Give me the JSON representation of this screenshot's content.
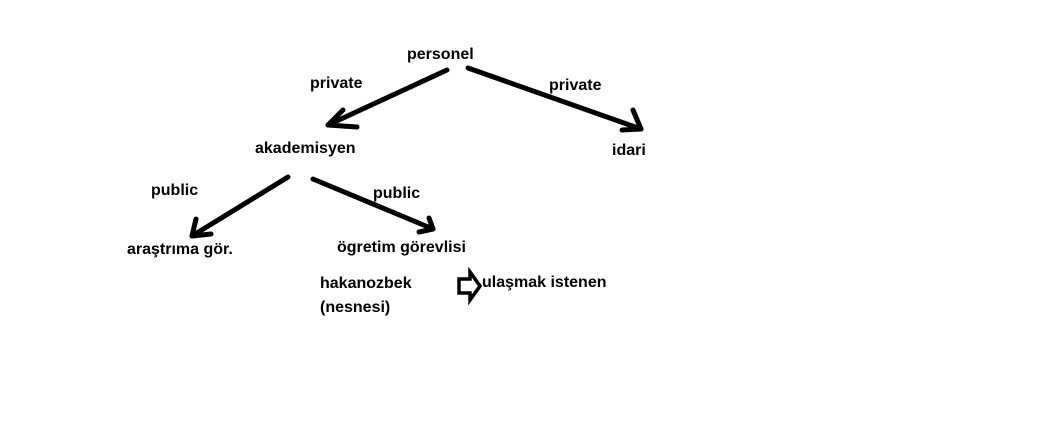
{
  "diagram": {
    "nodes": {
      "personel": "personel",
      "akademisyen": "akademisyen",
      "idari": "idari",
      "arastirma": "araştrıma gör.",
      "ogretim": "ögretim görevlisi"
    },
    "edge_labels": {
      "personel_akademisyen": "private",
      "personel_idari": "private",
      "akademisyen_arastirma": "public",
      "akademisyen_ogretim": "public"
    },
    "object": {
      "name": "hakanozbek",
      "type_note": "(nesnesi)"
    },
    "target": "ulaşmak istenen",
    "colors": {
      "ink": "#000000",
      "background": "#ffffff"
    }
  }
}
